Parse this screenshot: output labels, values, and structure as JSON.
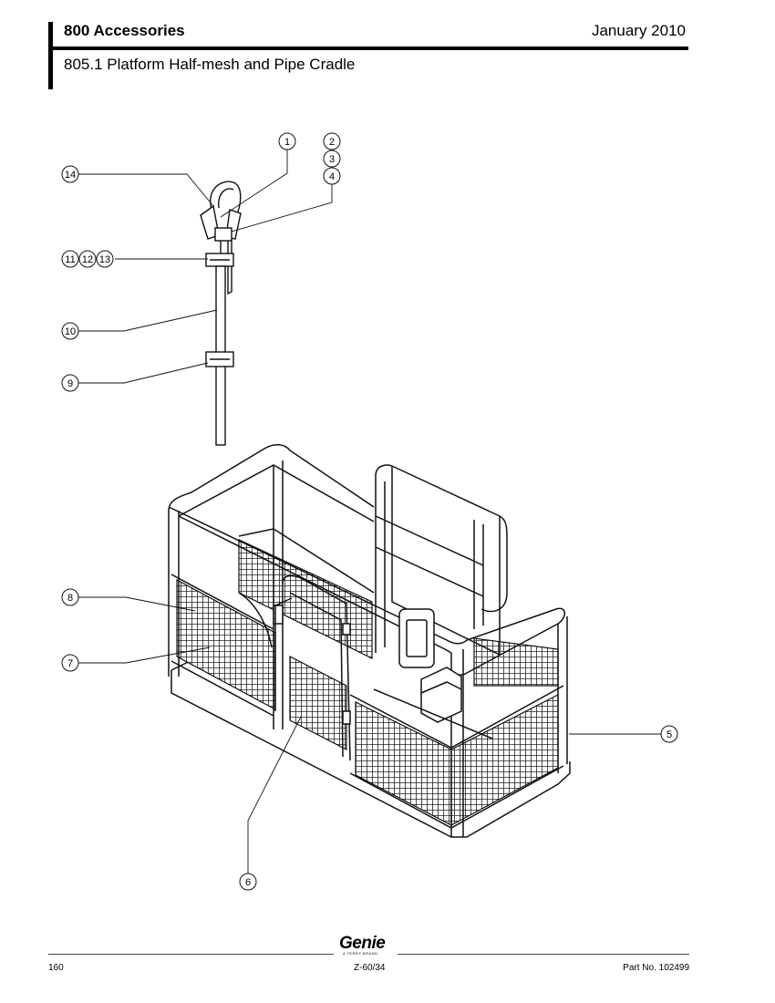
{
  "header": {
    "section_title": "800 Accessories",
    "date": "January 2010",
    "subtitle": "805.1 Platform Half-mesh and Pipe Cradle"
  },
  "callouts": [
    "1",
    "2",
    "3",
    "4",
    "5",
    "6",
    "7",
    "8",
    "9",
    "10",
    "11",
    "12",
    "13",
    "14"
  ],
  "footer": {
    "page_number": "160",
    "model": "Z-60/34",
    "part_number": "Part No. 102499",
    "logo_text": "Genie",
    "logo_tagline": "A TEREX BRAND"
  }
}
